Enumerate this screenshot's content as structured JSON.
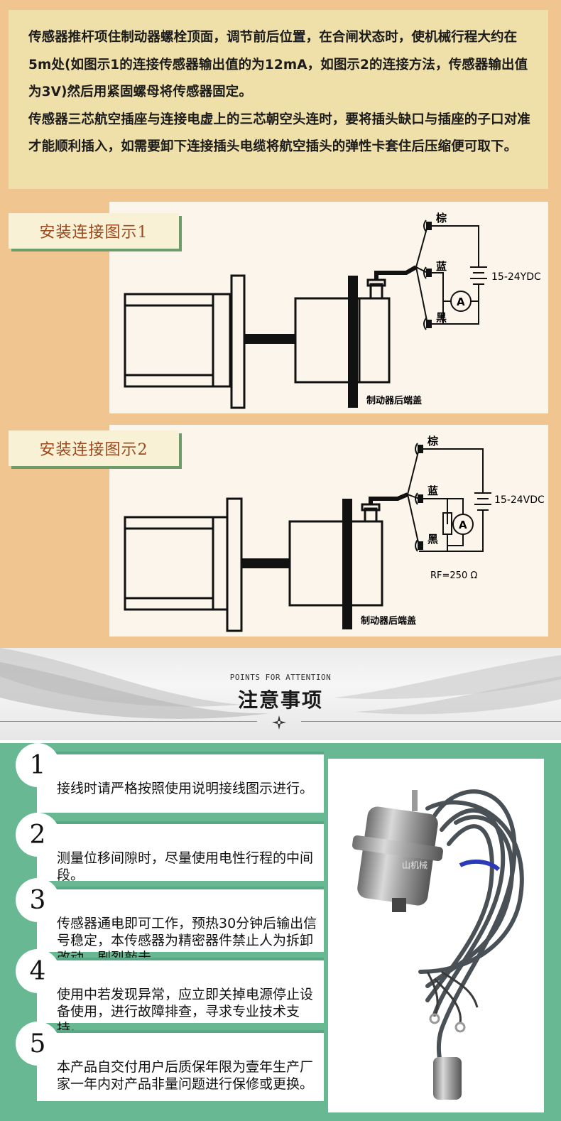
{
  "intro": {
    "para1": "传感器推杆项住制动器螺栓顶面，调节前后位置，在合闸状态时，使机械行程大约在5m处(如图示1的连接传感器输出值的为12mA，如图示2的连接方法，传感器输出值为3V)然后用紧固螺母将传感器固定。",
    "para2": "传感器三芯航空插座与连接电虚上的三芯朝空头连时，要将插头缺口与插座的子口对准才能顺利插入，如需要卸下连接插头电缆将航空插头的弹性卡套住后压缩便可取下。"
  },
  "diagram1": {
    "title": "安装连接图示1",
    "wire_brown": "棕",
    "wire_blue": "蓝",
    "wire_black": "黑",
    "voltage": "15-24YDC",
    "meter": "A",
    "cover_label": "制动器后端盖"
  },
  "diagram2": {
    "title": "安装连接图示2",
    "wire_brown": "棕",
    "wire_blue": "蓝",
    "wire_black": "黑",
    "voltage": "15-24VDC",
    "meter": "A",
    "resistor": "RF=250 Ω",
    "cover_label": "制动器后端盖"
  },
  "attention": {
    "subtitle_en": "POINTS FOR ATTENTION",
    "title": "注意事项"
  },
  "notes": [
    {
      "num": "1",
      "text": "接线时请严格按照使用说明接线图示进行。"
    },
    {
      "num": "2",
      "text": "测量位移间隙时，尽量使用电性行程的中间段。"
    },
    {
      "num": "3",
      "text": "传感器通电即可工作，预热30分钟后输出信号稳定，本传感器为精密器件禁止人为拆卸改动，剧烈敲击。"
    },
    {
      "num": "4",
      "text": "使用中若发现异常，应立即关掉电源停止设备使用，进行故障排查，寻求专业技术支持。"
    },
    {
      "num": "5",
      "text": "本产品自交付用户后质保年限为壹年生产厂家一年内对产品非量问题进行保修或更换。"
    }
  ],
  "photo": {
    "watermark": "山机械"
  },
  "colors": {
    "orange_bg": "#f1c590",
    "intro_box": "#efdfa8",
    "green_bg": "#68b893",
    "tag_text": "#9a4a1e"
  }
}
